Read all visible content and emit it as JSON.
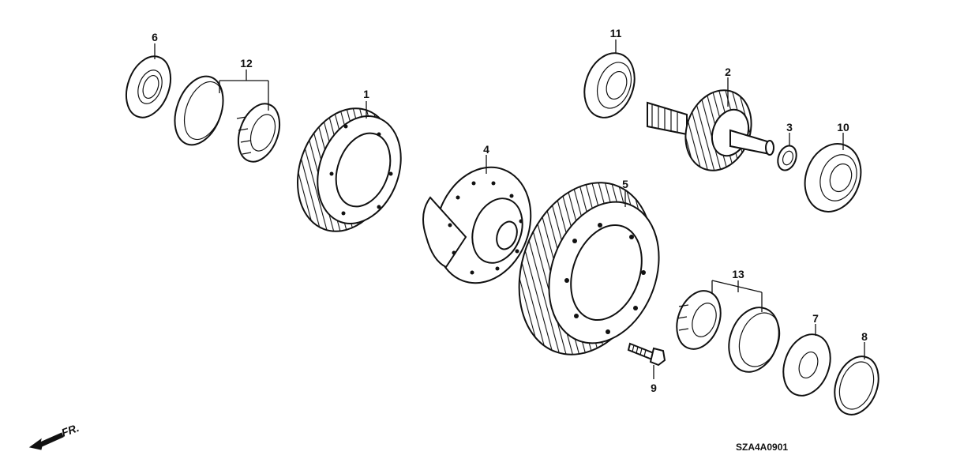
{
  "parts": [
    {
      "num": "1"
    },
    {
      "num": "2"
    },
    {
      "num": "3"
    },
    {
      "num": "4"
    },
    {
      "num": "5"
    },
    {
      "num": "6"
    },
    {
      "num": "7"
    },
    {
      "num": "8"
    },
    {
      "num": "9"
    },
    {
      "num": "10"
    },
    {
      "num": "11"
    },
    {
      "num": "12"
    },
    {
      "num": "13"
    }
  ],
  "diagram_code": "SZA4A0901",
  "direction_label": "FR."
}
